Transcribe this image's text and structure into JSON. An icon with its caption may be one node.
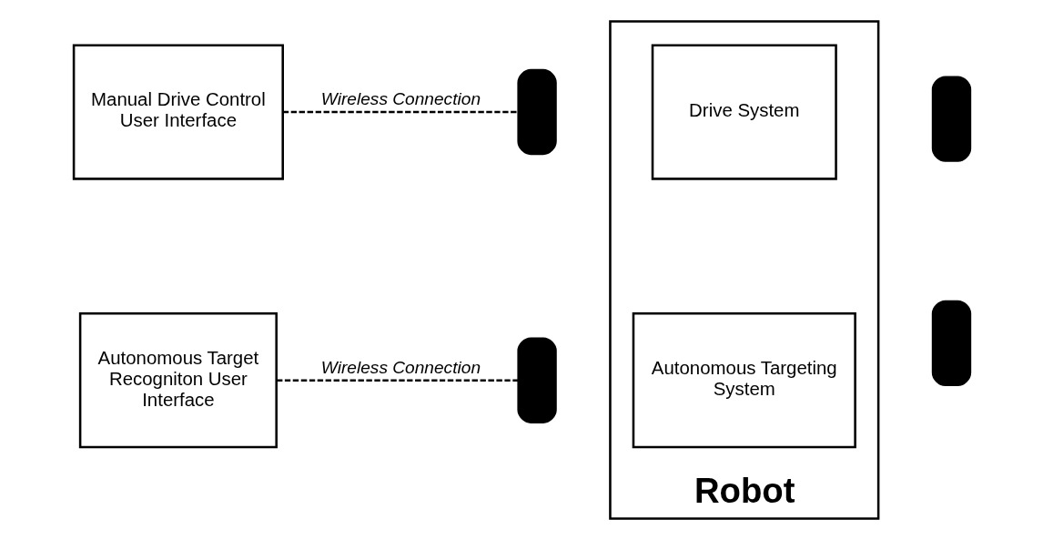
{
  "diagram": {
    "nodes": [
      {
        "text": [
          "Manual Drive Control User Interface"
        ]
      },
      {
        "text": [
          "Autonomous Target Recogniton User Interface"
        ]
      },
      {
        "text": [
          "Robot"
        ]
      },
      {
        "text": [
          "Drive System"
        ],
        "in": 2
      },
      {
        "text": [
          "Autonomous Targeting System"
        ],
        "in": 2
      },
      {
        "text": [],
        "shape": "bar"
      },
      {
        "text": [],
        "shape": "bar"
      },
      {
        "text": [],
        "shape": "bar"
      },
      {
        "text": [],
        "shape": "bar"
      }
    ],
    "edges": [
      {
        "from": 0,
        "to": 5,
        "arrow": "none",
        "style": "dashed",
        "label": "Wireless Connection"
      },
      {
        "from": 1,
        "to": 7,
        "arrow": "none",
        "style": "dashed",
        "label": "Wireless Connection"
      }
    ]
  }
}
